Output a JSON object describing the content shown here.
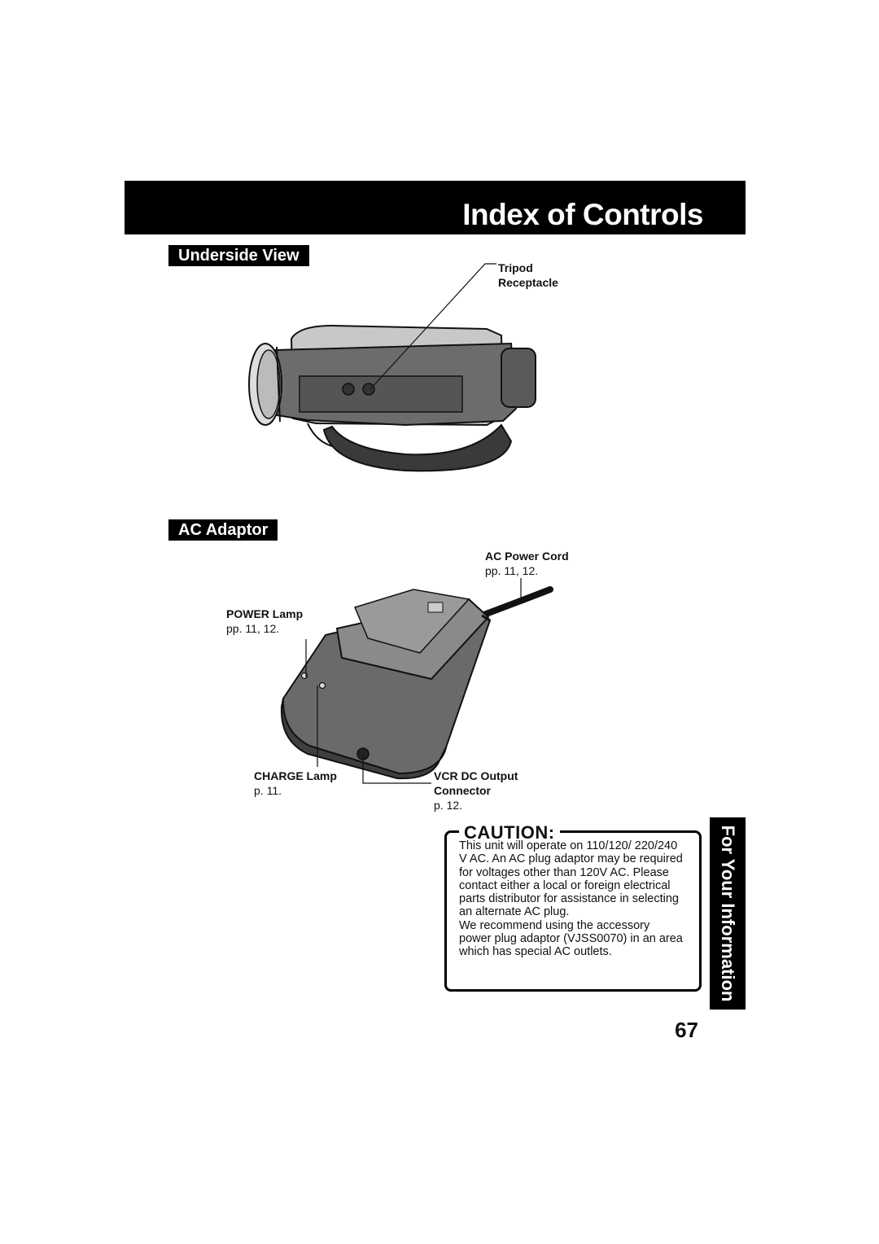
{
  "header": {
    "title": "Index of Controls"
  },
  "sections": {
    "underside": {
      "label": "Underside View"
    },
    "ac_adaptor": {
      "label": "AC Adaptor"
    }
  },
  "callouts": {
    "tripod": {
      "line1": "Tripod",
      "line2": "Receptacle"
    },
    "ac_power_cord": {
      "name": "AC Power Cord",
      "pages": "pp. 11, 12."
    },
    "power_lamp": {
      "name": "POWER Lamp",
      "pages": "pp. 11, 12."
    },
    "charge_lamp": {
      "name": "CHARGE Lamp",
      "pages": "p. 11."
    },
    "vcr_dc": {
      "line1": "VCR DC Output",
      "line2": "Connector",
      "pages": "p. 12."
    }
  },
  "caution": {
    "title": "CAUTION:",
    "para1": "This unit will operate on 110/120/ 220/240 V AC. An AC plug adaptor may be required for voltages other than 120V AC. Please contact either a local or foreign electrical parts distributor for assistance in selecting an alternate AC plug.",
    "para2": "We recommend using the accessory power plug adaptor (VJSS0070) in an area which has special AC outlets."
  },
  "side_tab": {
    "label": "For Your Information"
  },
  "page_number": "67"
}
